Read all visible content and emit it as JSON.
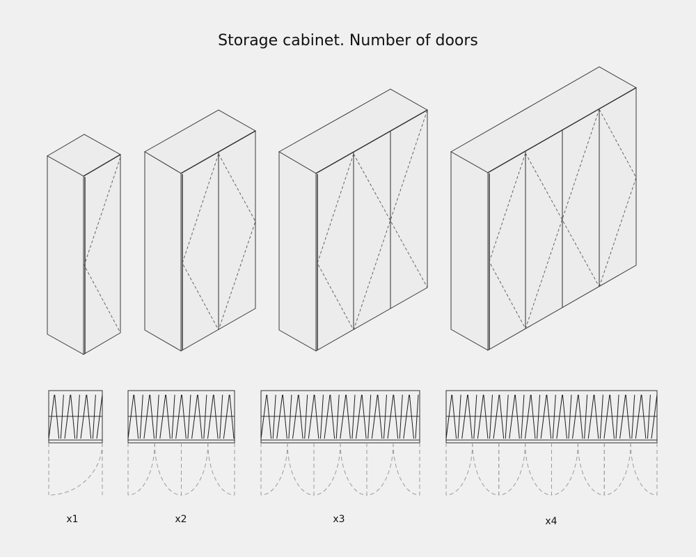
{
  "title": "Storage cabinet. Number of doors",
  "cabinets": [
    {
      "label": "x1",
      "doors": 1
    },
    {
      "label": "x2",
      "doors": 2
    },
    {
      "label": "x3",
      "doors": 3
    },
    {
      "label": "x4",
      "doors": 4
    }
  ]
}
